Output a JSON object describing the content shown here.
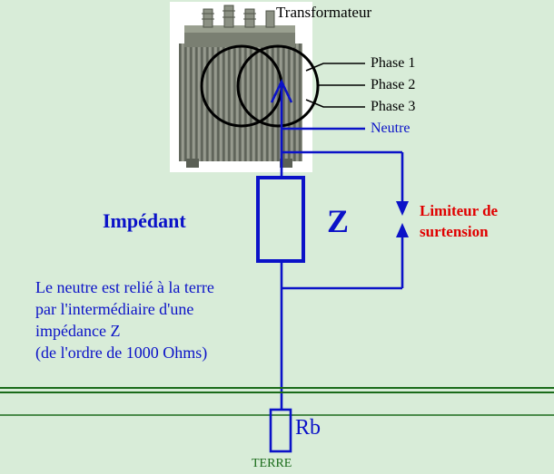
{
  "title": "Transformateur",
  "phases": [
    "Phase 1",
    "Phase 2",
    "Phase 3"
  ],
  "neutral": "Neutre",
  "impedance_label": "Impédant",
  "impedance_symbol": "Z",
  "limiter": {
    "line1": "Limiteur de",
    "line2": "surtension"
  },
  "description": [
    "Le neutre est relié à la terre",
    "par l'intermédiaire d'une",
    "impédance Z",
    "(de l'ordre de 1000 Ohms)"
  ],
  "resistance_label": "Rb",
  "earth_label": "TERRE",
  "colors": {
    "background": "#d8ecd8",
    "wire": "#0b12c8",
    "limiter_text": "#e00000",
    "ground_line": "#1a6b1a"
  }
}
